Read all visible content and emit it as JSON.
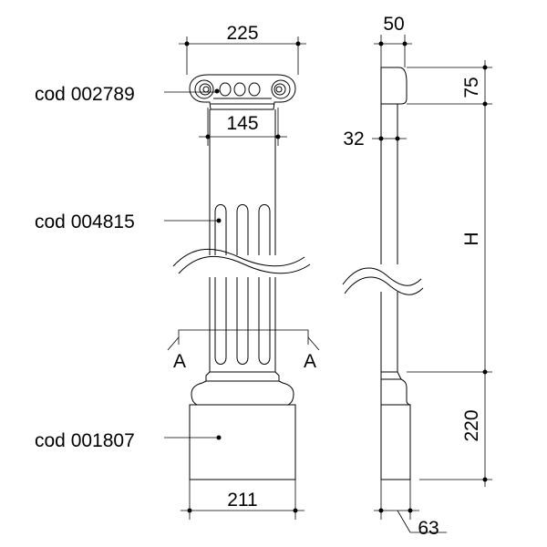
{
  "front_view": {
    "dimensions": {
      "capital_width": "225",
      "shaft_width": "145",
      "base_width": "211"
    },
    "codes": {
      "capital": "cod 002789",
      "shaft": "cod 004815",
      "base": "cod 001807"
    },
    "section_marks": {
      "left": "A",
      "right": "A"
    }
  },
  "side_view": {
    "dimensions": {
      "top_depth": "50",
      "capital_height": "75",
      "shaft_depth": "32",
      "shaft_height": "H",
      "base_height": "220",
      "base_depth": "63"
    }
  }
}
